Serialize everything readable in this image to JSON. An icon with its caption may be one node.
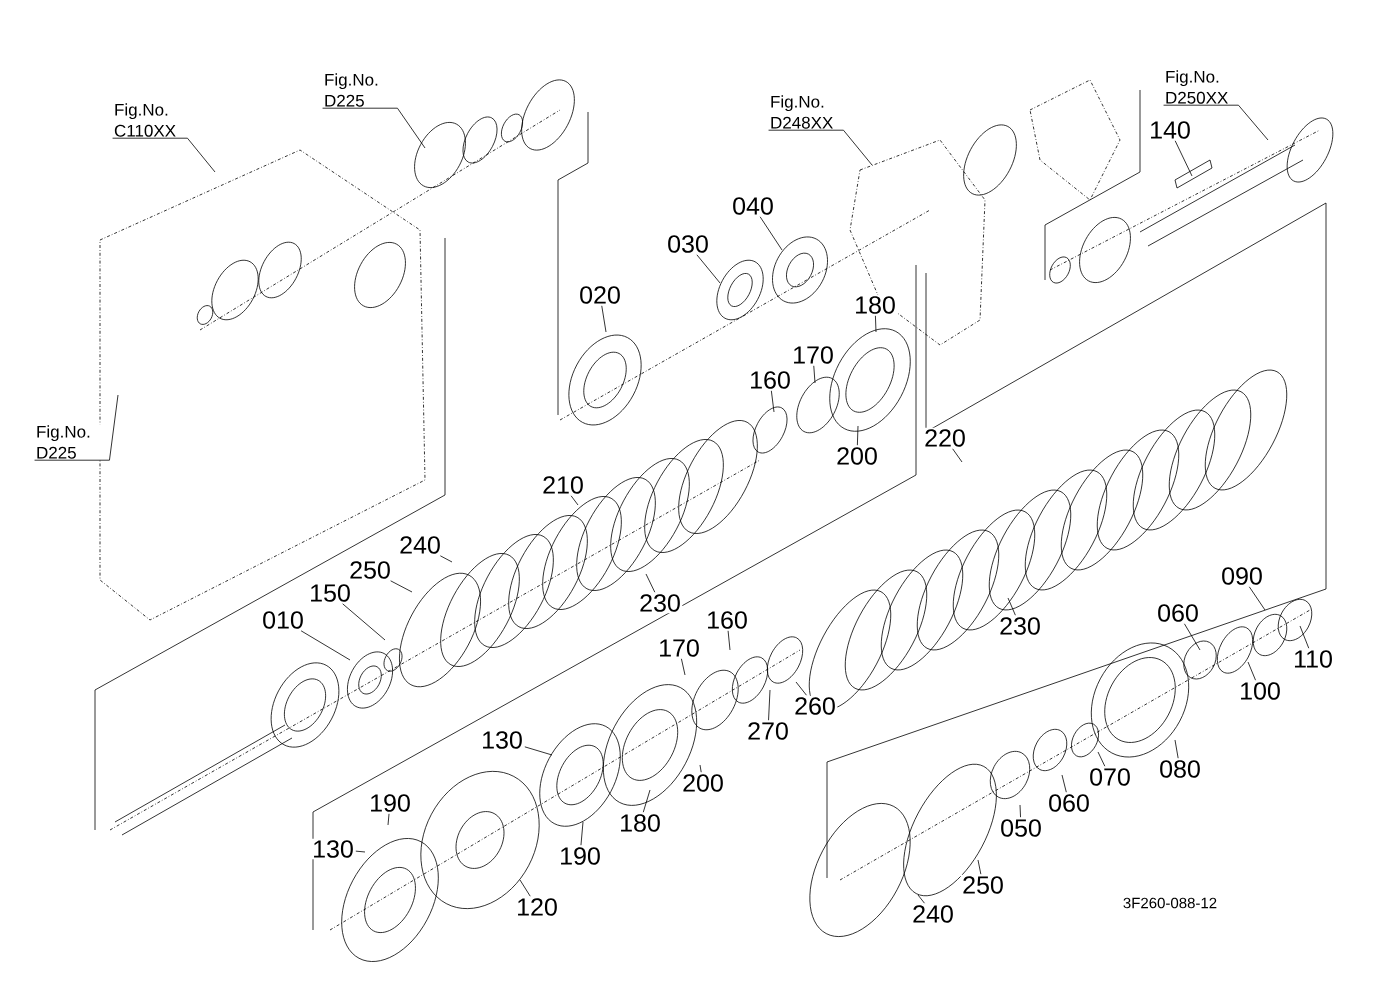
{
  "diagram": {
    "nodes": [
      {
        "text": [
          "Fig.No. C110XX"
        ]
      },
      {
        "text": [
          "Fig.No. D225"
        ]
      },
      {
        "text": [
          "Fig.No. D248XX"
        ]
      },
      {
        "text": [
          "Fig.No. D250XX"
        ]
      },
      {
        "text": [
          "140"
        ]
      },
      {
        "text": [
          "040"
        ]
      },
      {
        "text": [
          "030"
        ]
      },
      {
        "text": [
          "020"
        ]
      },
      {
        "text": [
          "180"
        ]
      },
      {
        "text": [
          "170"
        ]
      },
      {
        "text": [
          "160"
        ]
      },
      {
        "text": [
          "Fig.No. D225"
        ]
      },
      {
        "text": [
          "220"
        ]
      },
      {
        "text": [
          "200"
        ]
      },
      {
        "text": [
          "210"
        ]
      },
      {
        "text": [
          "240"
        ]
      },
      {
        "text": [
          "250"
        ]
      },
      {
        "text": [
          "090"
        ]
      },
      {
        "text": [
          "150"
        ]
      },
      {
        "text": [
          "230"
        ]
      },
      {
        "text": [
          "060"
        ]
      },
      {
        "text": [
          "010"
        ]
      },
      {
        "text": [
          "160"
        ]
      },
      {
        "text": [
          "230"
        ]
      },
      {
        "text": [
          "170"
        ]
      },
      {
        "text": [
          "110"
        ]
      },
      {
        "text": [
          "100"
        ]
      },
      {
        "text": [
          "260"
        ]
      },
      {
        "text": [
          "270"
        ]
      },
      {
        "text": [
          "130"
        ]
      },
      {
        "text": [
          "080"
        ]
      },
      {
        "text": [
          "070"
        ]
      },
      {
        "text": [
          "200"
        ]
      },
      {
        "text": [
          "060"
        ]
      },
      {
        "text": [
          "190"
        ]
      },
      {
        "text": [
          "130"
        ]
      },
      {
        "text": [
          "180"
        ]
      },
      {
        "text": [
          "050"
        ]
      },
      {
        "text": [
          "190"
        ]
      },
      {
        "text": [
          "250"
        ]
      },
      {
        "text": [
          "120"
        ]
      },
      {
        "text": [
          "240"
        ]
      }
    ],
    "edges": [
      {
        "from": 0,
        "to": null,
        "arrow": "none"
      },
      {
        "from": 1,
        "to": null,
        "arrow": "none"
      },
      {
        "from": 2,
        "to": null,
        "arrow": "none"
      },
      {
        "from": 3,
        "to": null,
        "arrow": "none"
      },
      {
        "from": 4,
        "to": null,
        "arrow": "none"
      },
      {
        "from": 5,
        "to": null,
        "arrow": "none"
      },
      {
        "from": 6,
        "to": null,
        "arrow": "none"
      },
      {
        "from": 7,
        "to": null,
        "arrow": "none"
      },
      {
        "from": 8,
        "to": null,
        "arrow": "none"
      },
      {
        "from": 9,
        "to": null,
        "arrow": "none"
      },
      {
        "from": 10,
        "to": null,
        "arrow": "none"
      },
      {
        "from": 11,
        "to": null,
        "arrow": "none"
      },
      {
        "from": 12,
        "to": null,
        "arrow": "none"
      },
      {
        "from": 13,
        "to": null,
        "arrow": "none"
      },
      {
        "from": 14,
        "to": null,
        "arrow": "none"
      },
      {
        "from": 15,
        "to": null,
        "arrow": "none"
      },
      {
        "from": 16,
        "to": null,
        "arrow": "none"
      },
      {
        "from": 17,
        "to": null,
        "arrow": "none"
      },
      {
        "from": 18,
        "to": null,
        "arrow": "none"
      },
      {
        "from": 19,
        "to": null,
        "arrow": "none"
      },
      {
        "from": 20,
        "to": null,
        "arrow": "none"
      },
      {
        "from": 21,
        "to": null,
        "arrow": "none"
      },
      {
        "from": 22,
        "to": null,
        "arrow": "none"
      },
      {
        "from": 23,
        "to": null,
        "arrow": "none"
      },
      {
        "from": 24,
        "to": null,
        "arrow": "none"
      },
      {
        "from": 25,
        "to": null,
        "arrow": "none"
      },
      {
        "from": 26,
        "to": null,
        "arrow": "none"
      },
      {
        "from": 27,
        "to": null,
        "arrow": "none"
      },
      {
        "from": 28,
        "to": null,
        "arrow": "none"
      },
      {
        "from": 29,
        "to": null,
        "arrow": "none"
      },
      {
        "from": 30,
        "to": null,
        "arrow": "none"
      },
      {
        "from": 31,
        "to": null,
        "arrow": "none"
      },
      {
        "from": 32,
        "to": null,
        "arrow": "none"
      },
      {
        "from": 33,
        "to": null,
        "arrow": "none"
      },
      {
        "from": 34,
        "to": null,
        "arrow": "none"
      },
      {
        "from": 35,
        "to": null,
        "arrow": "none"
      },
      {
        "from": 36,
        "to": null,
        "arrow": "none"
      },
      {
        "from": 37,
        "to": null,
        "arrow": "none"
      },
      {
        "from": 38,
        "to": null,
        "arrow": "none"
      },
      {
        "from": 39,
        "to": null,
        "arrow": "none"
      },
      {
        "from": 40,
        "to": null,
        "arrow": "none"
      },
      {
        "from": 41,
        "to": null,
        "arrow": "none"
      }
    ],
    "labels": [
      "3F260-088-12"
    ]
  }
}
